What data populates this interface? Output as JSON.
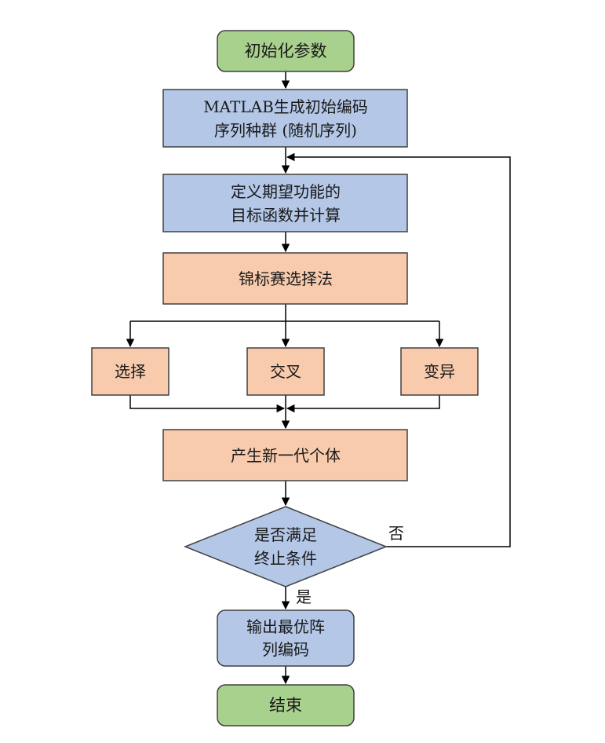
{
  "colors": {
    "green_fill": "#a9d18e",
    "blue_fill": "#b4c7e7",
    "orange_fill": "#f8cbad",
    "stroke": "#404040"
  },
  "nodes": {
    "init": {
      "text": "初始化参数",
      "shape": "rounded-rect",
      "color": "green"
    },
    "generate": {
      "line1": "MATLAB生成初始编码",
      "line2": "序列种群 (随机序列)",
      "shape": "rect",
      "color": "blue"
    },
    "objective": {
      "line1": "定义期望功能的",
      "line2": "目标函数并计算",
      "shape": "rect",
      "color": "blue"
    },
    "tournament": {
      "text": "锦标赛选择法",
      "shape": "rect",
      "color": "orange"
    },
    "select": {
      "text": "选择",
      "shape": "rect",
      "color": "orange"
    },
    "crossover": {
      "text": "交叉",
      "shape": "rect",
      "color": "orange"
    },
    "mutation": {
      "text": "变异",
      "shape": "rect",
      "color": "orange"
    },
    "new_gen": {
      "text": "产生新一代个体",
      "shape": "rect",
      "color": "orange"
    },
    "check": {
      "line1": "是否满足",
      "line2": "终止条件",
      "shape": "diamond",
      "color": "blue"
    },
    "output": {
      "line1": "输出最优阵",
      "line2": "列编码",
      "shape": "rounded-rect",
      "color": "blue"
    },
    "end": {
      "text": "结束",
      "shape": "rounded-rect",
      "color": "green"
    }
  },
  "edge_labels": {
    "no": "否",
    "yes": "是"
  }
}
